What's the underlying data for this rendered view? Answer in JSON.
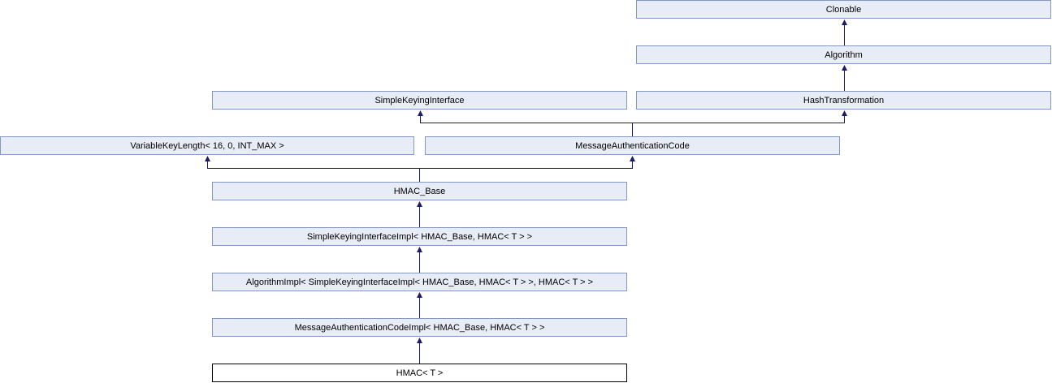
{
  "diagram": {
    "type": "class-inheritance-graph",
    "colors": {
      "background": "#ffffff",
      "node_fill": "#E8ECF6",
      "node_border": "#8498C8",
      "edge": "#191970",
      "current_node_fill": "#ffffff",
      "current_node_border": "#000000",
      "text": "#000000"
    },
    "nodes": [
      {
        "label": "Clonable",
        "current": false
      },
      {
        "label": "Algorithm",
        "current": false
      },
      {
        "label": "SimpleKeyingInterface",
        "current": false
      },
      {
        "label": "HashTransformation",
        "current": false
      },
      {
        "label": "VariableKeyLength< 16, 0, INT_MAX >",
        "current": false
      },
      {
        "label": "MessageAuthenticationCode",
        "current": false
      },
      {
        "label": "HMAC_Base",
        "current": false
      },
      {
        "label": "SimpleKeyingInterfaceImpl< HMAC_Base, HMAC< T > >",
        "current": false
      },
      {
        "label": "AlgorithmImpl< SimpleKeyingInterfaceImpl< HMAC_Base, HMAC< T > >, HMAC< T > >",
        "current": false
      },
      {
        "label": "MessageAuthenticationCodeImpl< HMAC_Base, HMAC< T > >",
        "current": false
      },
      {
        "label": "HMAC< T >",
        "current": true
      }
    ],
    "edges": [
      {
        "from": "Algorithm",
        "to": "Clonable"
      },
      {
        "from": "HashTransformation",
        "to": "Algorithm"
      },
      {
        "from": "MessageAuthenticationCode",
        "to": "SimpleKeyingInterface"
      },
      {
        "from": "MessageAuthenticationCode",
        "to": "HashTransformation"
      },
      {
        "from": "HMAC_Base",
        "to": "VariableKeyLength< 16, 0, INT_MAX >"
      },
      {
        "from": "HMAC_Base",
        "to": "MessageAuthenticationCode"
      },
      {
        "from": "SimpleKeyingInterfaceImpl< HMAC_Base, HMAC< T > >",
        "to": "HMAC_Base"
      },
      {
        "from": "AlgorithmImpl< SimpleKeyingInterfaceImpl< HMAC_Base, HMAC< T > >, HMAC< T > >",
        "to": "SimpleKeyingInterfaceImpl< HMAC_Base, HMAC< T > >"
      },
      {
        "from": "MessageAuthenticationCodeImpl< HMAC_Base, HMAC< T > >",
        "to": "AlgorithmImpl< SimpleKeyingInterfaceImpl< HMAC_Base, HMAC< T > >, HMAC< T > >"
      },
      {
        "from": "HMAC< T >",
        "to": "MessageAuthenticationCodeImpl< HMAC_Base, HMAC< T > >"
      }
    ]
  }
}
